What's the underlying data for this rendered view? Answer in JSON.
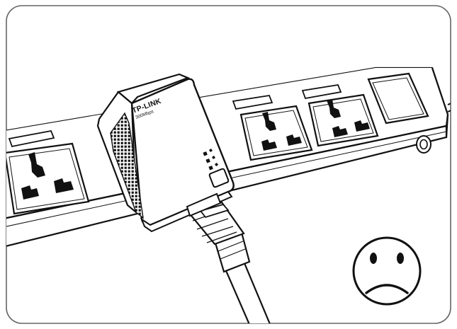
{
  "device": {
    "brand": "TP-LINK",
    "speed": "300Mbps",
    "indicator_icons": [
      "power-led-icon",
      "powerline-led-icon",
      "ethernet-led-icon"
    ],
    "button_icon": "pair-button-icon"
  },
  "power_strip": {
    "socket_count": 3,
    "icons": [
      "universal-socket-icon",
      "power-switch-icon",
      "power-cord-icon"
    ]
  },
  "cable": {
    "icon": "ethernet-cable-icon"
  },
  "status": {
    "icon": "sad-face-icon",
    "meaning": "incorrect"
  },
  "colors": {
    "line": "#111111",
    "fill": "#ffffff",
    "frame": "#555555"
  }
}
